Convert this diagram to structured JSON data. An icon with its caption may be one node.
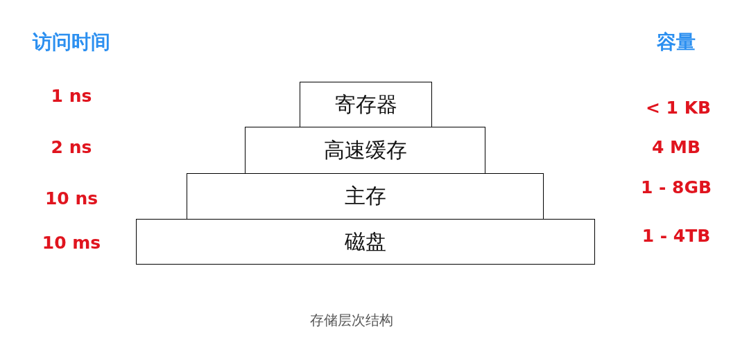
{
  "diagram": {
    "caption": "存储层次结构",
    "nodes": [
      {
        "text": [
          "寄存器"
        ]
      },
      {
        "text": [
          "高速缓存"
        ]
      },
      {
        "text": [
          "主存"
        ]
      },
      {
        "text": [
          "磁盘"
        ]
      }
    ],
    "labels": [
      "访问时间",
      "容量",
      "1 ns",
      "< 1 KB",
      "2 ns",
      "4 MB",
      "10 ns",
      "1 - 8GB",
      "10 ms",
      "1 - 4TB"
    ]
  }
}
